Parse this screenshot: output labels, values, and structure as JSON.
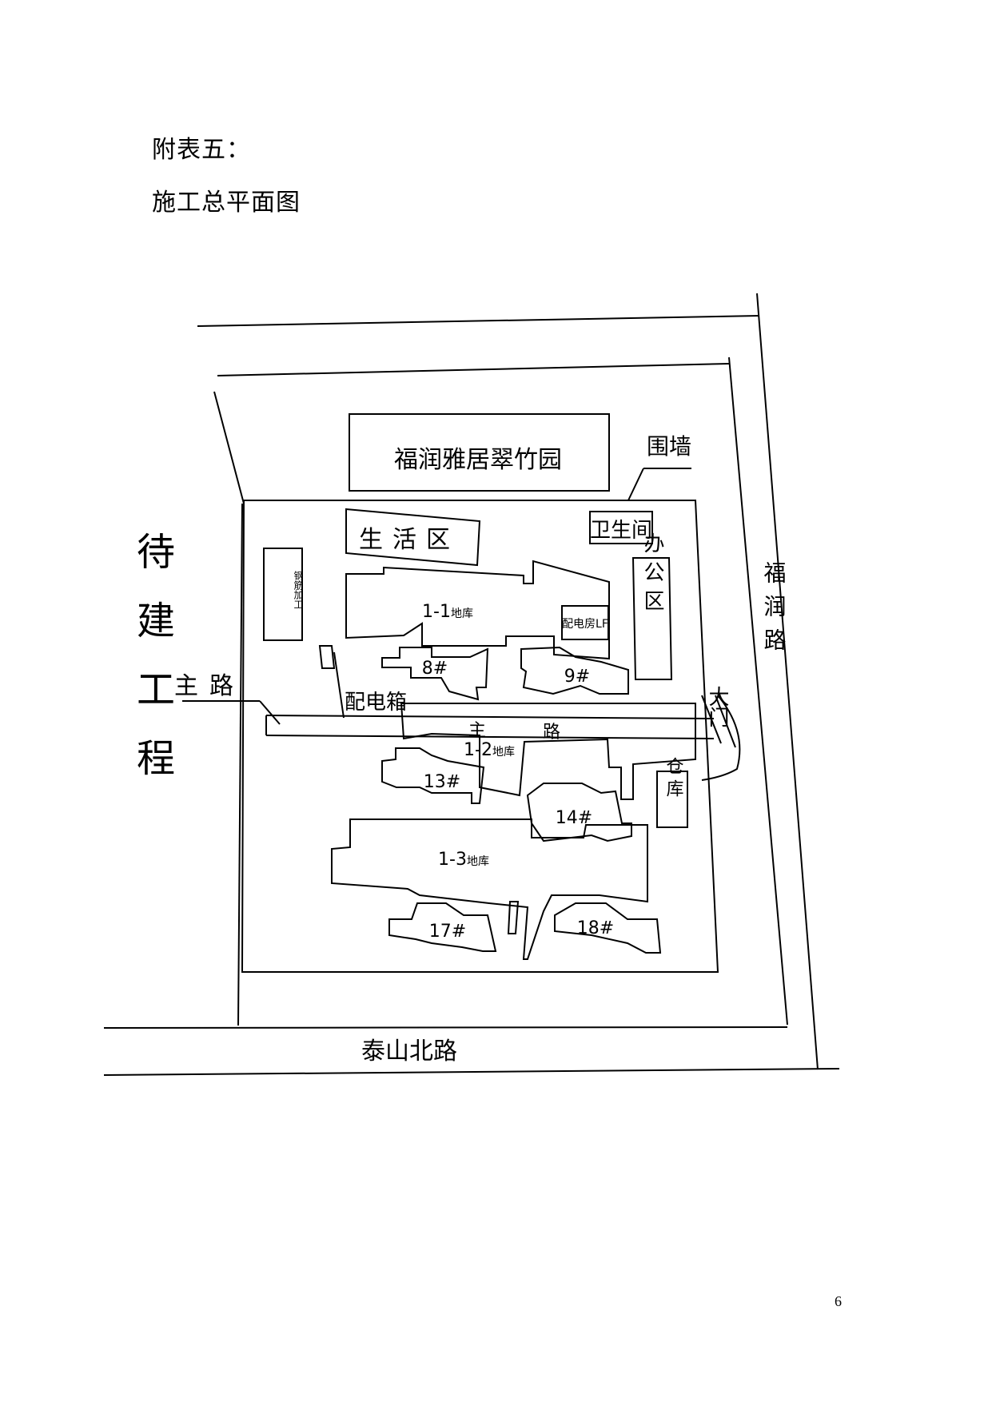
{
  "heading": {
    "line1": "附表五：",
    "line2": "施工总平面图"
  },
  "labels": {
    "neighbor": "福润雅居翠竹园",
    "wall": "围墙",
    "living": "生活区",
    "toilet": "卫生间",
    "rebar": "钢筋加工",
    "pending": "待建工程",
    "main_road_left": "主路",
    "power_box": "配电箱",
    "office": "办公区",
    "east_road": "福润路",
    "gate": "大门",
    "warehouse": "仓库",
    "south_road": "泰山北路",
    "road_char1": "主",
    "road_char2": "路",
    "garage_1_1": "1-1",
    "garage_1_2": "1-2",
    "garage_1_3": "1-3",
    "garage_suffix": "地库",
    "power_room": "配电房LF",
    "b8": "8#",
    "b9": "9#",
    "b13": "13#",
    "b14": "14#",
    "b17": "17#",
    "b18": "18#"
  },
  "page_number": "6"
}
